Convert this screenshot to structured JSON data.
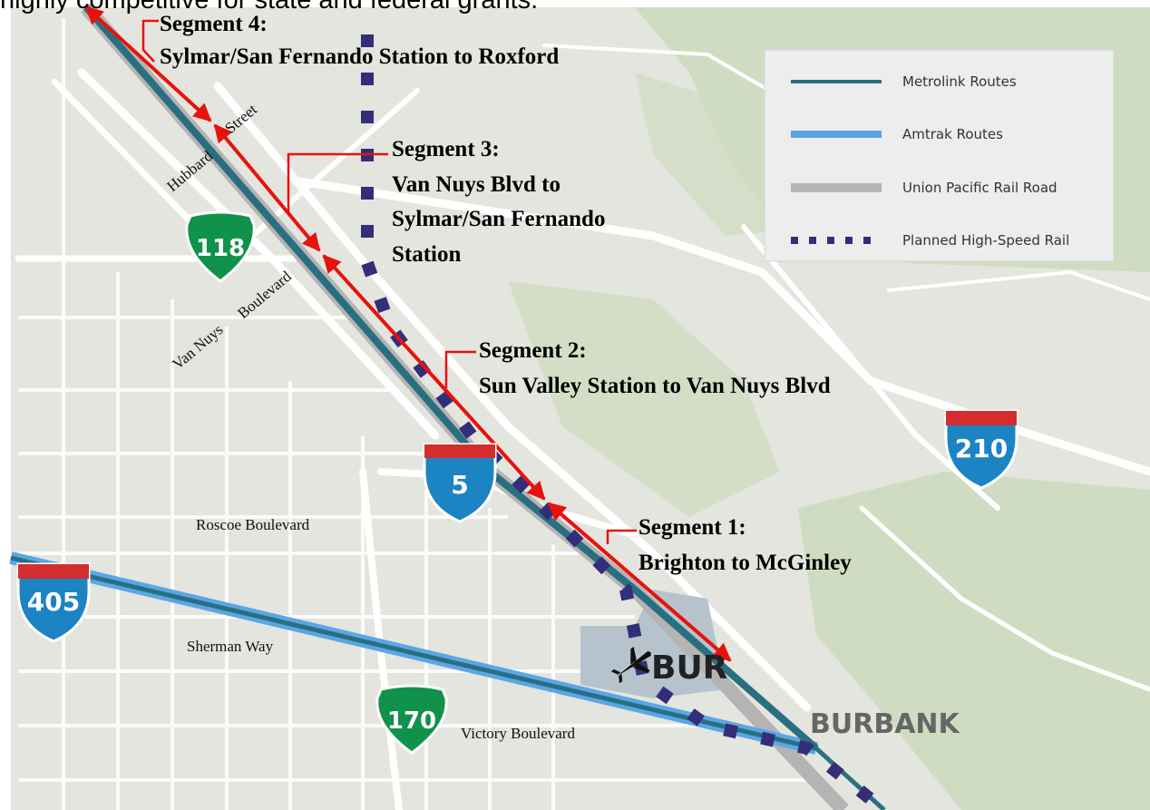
{
  "caption": "highly competitive for state and federal grants.",
  "segments": [
    {
      "title": "Segment 4:",
      "desc": [
        "Sylmar/San Fernando Station to Roxford"
      ]
    },
    {
      "title": "Segment 3:",
      "desc": [
        "Van Nuys Blvd to",
        "Sylmar/San Fernando",
        "Station"
      ]
    },
    {
      "title": "Segment 2:",
      "desc": [
        "Sun Valley Station to Van Nuys Blvd"
      ]
    },
    {
      "title": "Segment 1:",
      "desc": [
        "Brighton to McGinley"
      ]
    }
  ],
  "streets": {
    "hubbard": "Hubbard",
    "street": "Street",
    "vannuys": "Van Nuys",
    "boulevard": "Boulevard",
    "roscoe": "Roscoe  Boulevard",
    "sherman": "Sherman  Way",
    "victory": "Victory Boulevard"
  },
  "legend": [
    {
      "label": "Metrolink Routes",
      "color": "#2a6f80",
      "style": "solid"
    },
    {
      "label": "Amtrak Routes",
      "color": "#5aa6e6",
      "style": "solid"
    },
    {
      "label": "Union Pacific Rail Road",
      "color": "#b4b4b4",
      "style": "solid"
    },
    {
      "label": "Planned High-Speed Rail",
      "color": "#332e78",
      "style": "dotted"
    }
  ],
  "shields": {
    "ca118": "118",
    "ca170": "170",
    "i5": "5",
    "i405": "405",
    "i210": "210"
  },
  "places": {
    "airport": "BUR",
    "city": "BURBANK"
  },
  "colors": {
    "map_bg": "#e3e5de",
    "green_area": "#cfdcc1",
    "roads": "#ffffff",
    "metrolink": "#2a6f80",
    "amtrak": "#5aa6e6",
    "hsr": "#332e78",
    "segment_arrows": "#e8120c",
    "state_shield": "#10924a",
    "interstate_shield": "#1d84c3",
    "interstate_top": "#d42d2d"
  }
}
